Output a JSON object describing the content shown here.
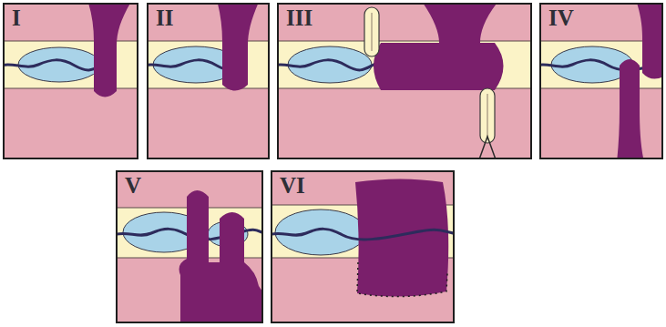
{
  "diagram": {
    "nodes": [
      {
        "text": [
          "I"
        ]
      },
      {
        "text": [
          "II"
        ]
      },
      {
        "text": [
          "III"
        ]
      },
      {
        "text": [
          "IV"
        ]
      },
      {
        "text": [
          "V"
        ]
      },
      {
        "text": [
          "VI"
        ]
      }
    ]
  }
}
